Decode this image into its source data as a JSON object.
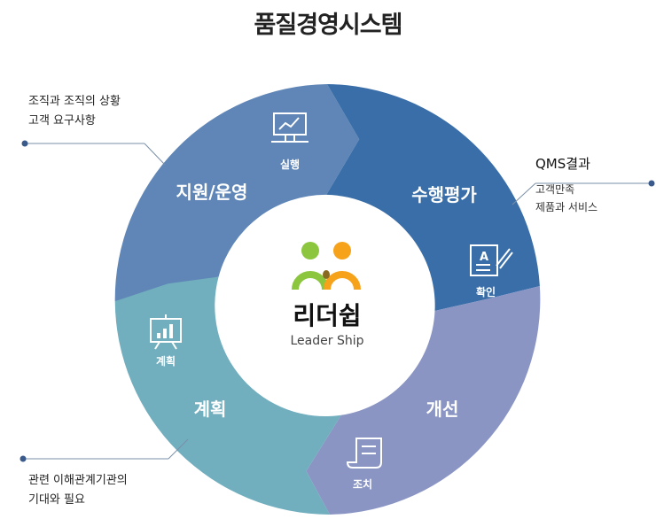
{
  "title": "품질경영시스템",
  "center": {
    "name": "리더쉽",
    "subtitle": "Leader Ship"
  },
  "segments": [
    {
      "id": "support",
      "label": "지원/운영",
      "icon_label": "실행",
      "icon": "monitor-chart-icon",
      "color": "#5f86b6"
    },
    {
      "id": "evaluate",
      "label": "수행평가",
      "icon_label": "확인",
      "icon": "document-pen-icon",
      "color": "#3a6ea8"
    },
    {
      "id": "improve",
      "label": "개선",
      "icon_label": "조치",
      "icon": "scroll-icon",
      "color": "#8a95c4"
    },
    {
      "id": "plan",
      "label": "계획",
      "icon_label": "계획",
      "icon": "presentation-chart-icon",
      "color": "#71aebe"
    }
  ],
  "notes": {
    "top_left": {
      "line1": "조직과 조직의 상황",
      "line2": "고객 요구사항"
    },
    "right": {
      "heading": "QMS결과",
      "line1": "고객만족",
      "line2": "제품과 서비스"
    },
    "bottom_left": {
      "line1": "관련 이해관계기관의",
      "line2": "기대와 필요"
    }
  },
  "colors": {
    "logo_green": "#8cc63f",
    "logo_orange": "#f7a21b",
    "leader_line": "#3a5a8c"
  }
}
